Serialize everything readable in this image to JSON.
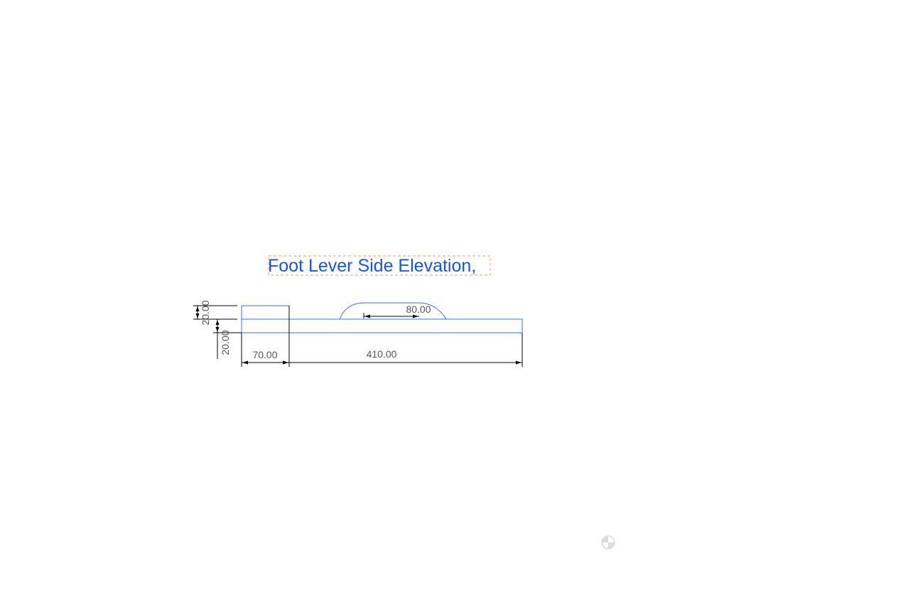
{
  "title": "Foot Lever Side Elevation,",
  "dimensions": {
    "upper_height": "20.00",
    "lower_height": "20.00",
    "boss_width": "70.00",
    "overall_length": "410.00",
    "pad_length": "80.00"
  },
  "icons": {
    "cursor": "crosshair-cursor-icon"
  },
  "colors": {
    "title": "#1a55e0",
    "geometry": "#3f6fe0",
    "dimension_line": "#000000",
    "dimension_text": "#555555",
    "selection_box": "#d9a070"
  }
}
